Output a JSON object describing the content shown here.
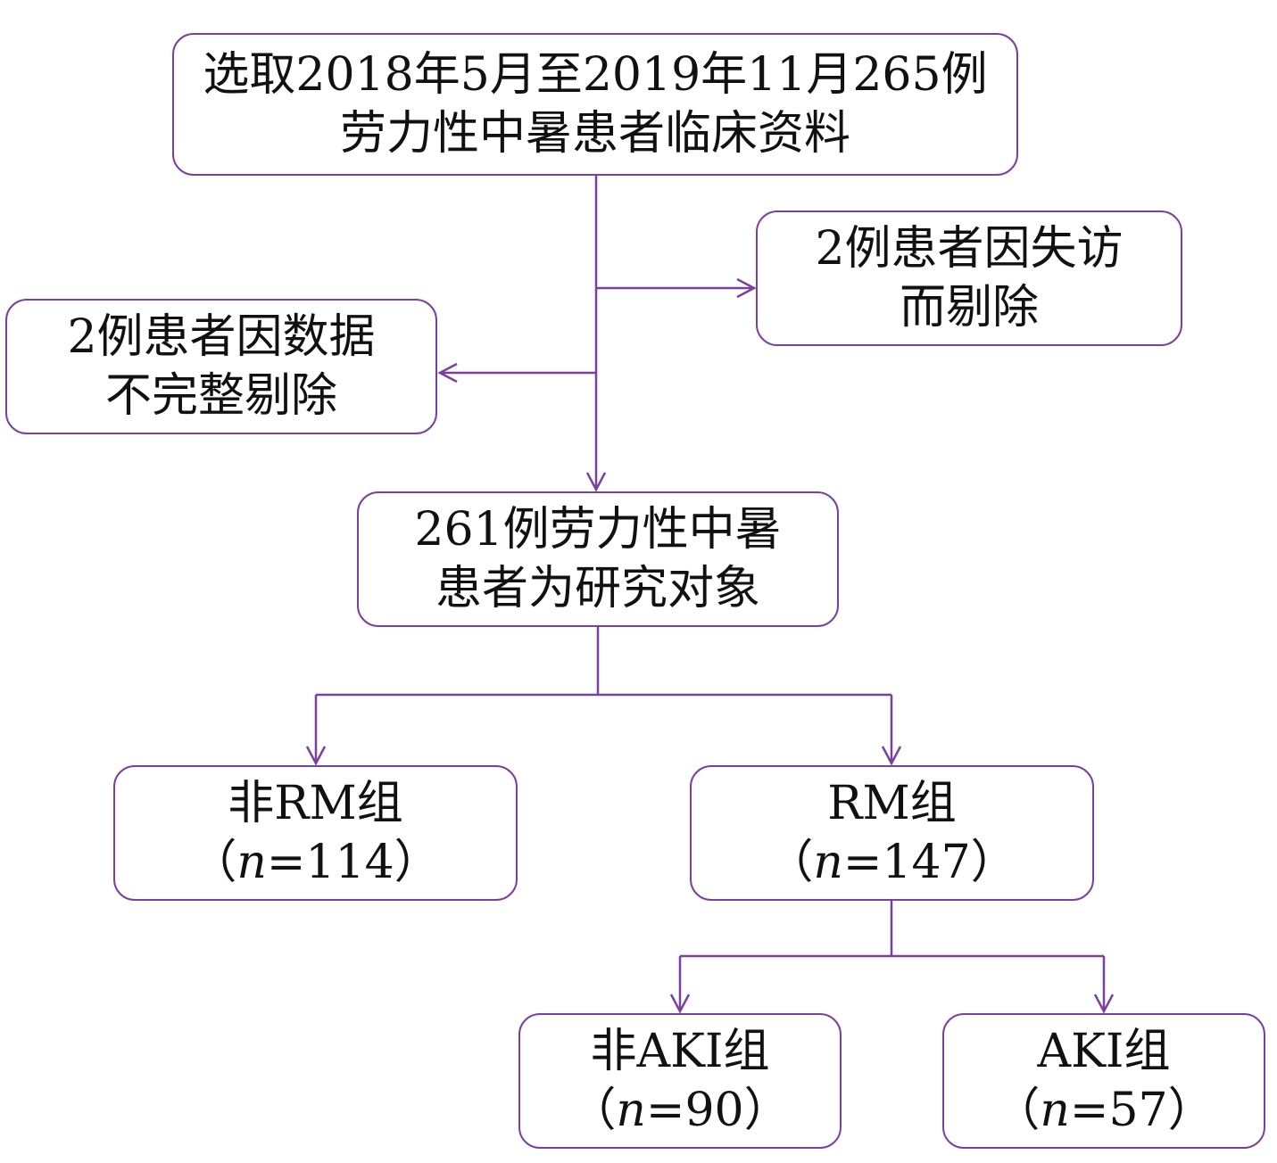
{
  "colors": {
    "stroke": "#7b3fa0",
    "text": "#111111",
    "background": "#ffffff"
  },
  "nodes": {
    "source": {
      "line1": "选取2018年5月至2019年11月265例",
      "line2": "劳力性中暑患者临床资料"
    },
    "excluded_lost": {
      "line1": "2例患者因失访",
      "line2": "而剔除"
    },
    "excluded_incomplete": {
      "line1": "2例患者因数据",
      "line2": "不完整剔除"
    },
    "study": {
      "line1": "261例劳力性中暑",
      "line2": "患者为研究对象"
    },
    "non_rm": {
      "label": "非RM组",
      "open": "（",
      "n": "n",
      "count": "=114",
      "close": "）"
    },
    "rm": {
      "label": "RM组",
      "open": "（",
      "n": "n",
      "count": "=147",
      "close": "）"
    },
    "non_aki": {
      "label": "非AKI组",
      "open": "（",
      "n": "n",
      "count": "=90",
      "close": "）"
    },
    "aki": {
      "label": "AKI组",
      "open": "（",
      "n": "n",
      "count": "=57",
      "close": "）"
    }
  }
}
